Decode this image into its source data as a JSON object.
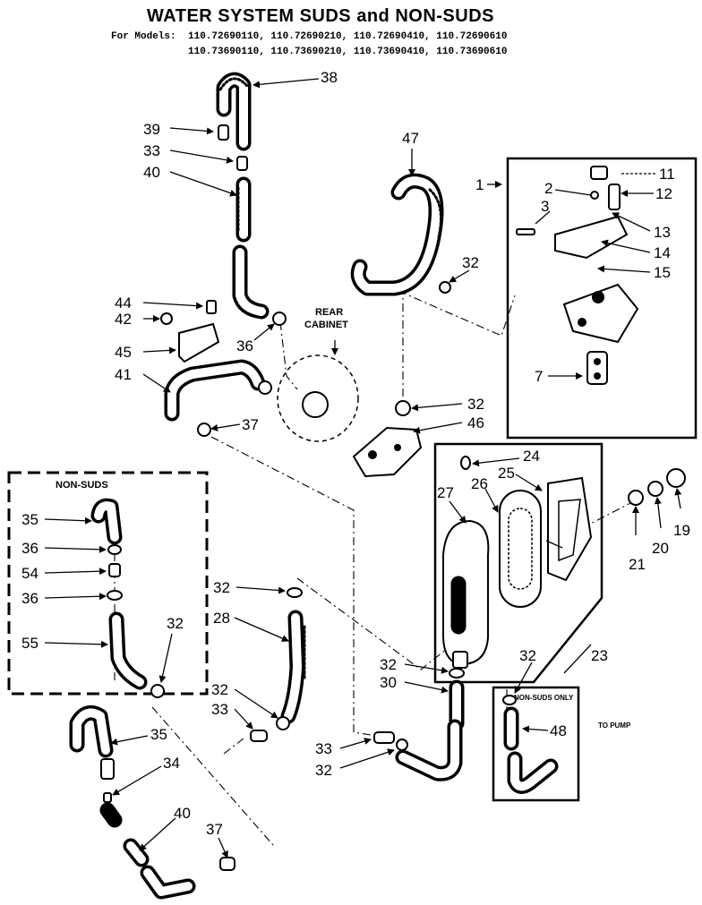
{
  "title": "WATER SYSTEM SUDS and NON-SUDS",
  "models": {
    "prefix": "For Models:",
    "line1": "110.72690110, 110.72690210, 110.72690410, 110.72690610",
    "line2": "110.73690110, 110.73690210, 110.73690410, 110.73690610"
  },
  "boxes": {
    "non_suds": "NON-SUDS",
    "non_suds_only": "NON-SUDS ONLY",
    "to_pump": "TO PUMP"
  },
  "rear_cabinet": {
    "line1": "REAR",
    "line2": "CABINET"
  },
  "callouts": {
    "p1": "1",
    "p2": "2",
    "p3": "3",
    "p7": "7",
    "p11": "11",
    "p12": "12",
    "p13": "13",
    "p14": "14",
    "p15": "15",
    "p19": "19",
    "p20": "20",
    "p21": "21",
    "p23": "23",
    "p24": "24",
    "p25": "25",
    "p26": "26",
    "p27": "27",
    "p28": "28",
    "p30": "30",
    "p32": "32",
    "p33": "33",
    "p34": "34",
    "p35": "35",
    "p36": "36",
    "p37": "37",
    "p38": "38",
    "p39": "39",
    "p40": "40",
    "p41": "41",
    "p42": "42",
    "p44": "44",
    "p45": "45",
    "p46": "46",
    "p47": "47",
    "p48": "48",
    "p54": "54",
    "p55": "55"
  }
}
